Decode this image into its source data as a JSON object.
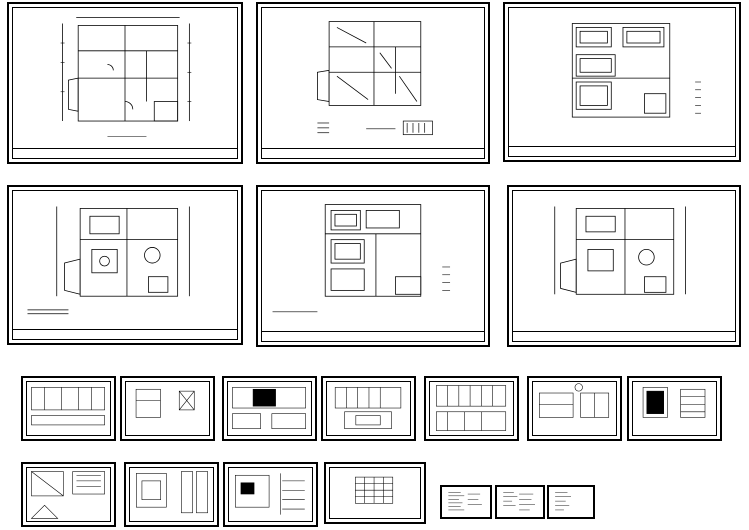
{
  "canvas": {
    "background": "#ffffff",
    "line_color": "#000000"
  },
  "sheets": {
    "s1": {
      "kind": "floor-plan",
      "caption": ""
    },
    "s2": {
      "kind": "demolition-plan",
      "caption": ""
    },
    "s3": {
      "kind": "ceiling-plan",
      "caption": ""
    },
    "s4": {
      "kind": "furniture-plan",
      "caption": ""
    },
    "s5": {
      "kind": "ceiling-lighting-plan",
      "caption": ""
    },
    "s6": {
      "kind": "furniture-plan",
      "caption": ""
    },
    "e1": {
      "kind": "elevation",
      "caption": ""
    },
    "e2": {
      "kind": "elevation",
      "caption": ""
    },
    "e3": {
      "kind": "elevation",
      "caption": ""
    },
    "e4": {
      "kind": "elevation",
      "caption": ""
    },
    "e5": {
      "kind": "elevation",
      "caption": ""
    },
    "e6": {
      "kind": "elevation",
      "caption": ""
    },
    "e7": {
      "kind": "elevation",
      "caption": ""
    },
    "d1": {
      "kind": "detail",
      "caption": ""
    },
    "d2": {
      "kind": "detail",
      "caption": ""
    },
    "d3": {
      "kind": "detail",
      "caption": ""
    },
    "d4": {
      "kind": "detail",
      "caption": ""
    },
    "t1": {
      "kind": "table",
      "caption": ""
    },
    "t2": {
      "kind": "table",
      "caption": ""
    },
    "t3": {
      "kind": "table",
      "caption": ""
    }
  }
}
